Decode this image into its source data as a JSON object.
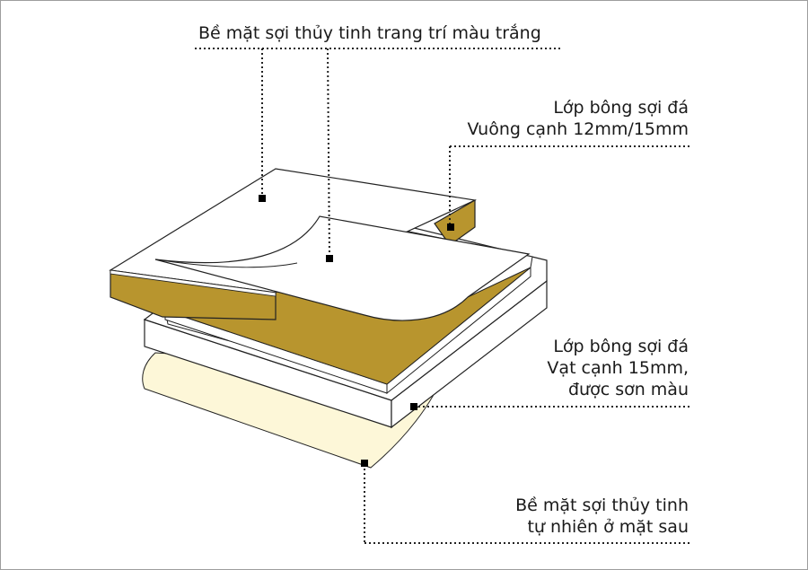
{
  "diagram": {
    "labels": {
      "top_surface": "Bề mặt sợi thủy tinh trang trí màu trắng",
      "square_edge": [
        "Lớp bông sợi đá",
        "Vuông cạnh 12mm/15mm"
      ],
      "beveled_edge": [
        "Lớp bông sợi đá",
        "Vạt cạnh 15mm,",
        "được sơn màu"
      ],
      "back_surface": [
        "Bề mặt sợi thủy tinh",
        "tự nhiên ở mặt sau"
      ]
    },
    "colors": {
      "wool": "#b8952e",
      "panel_white": "#ffffff",
      "backing": "#fdf7d8",
      "outline": "#222222",
      "frame": "#9e9e9e"
    }
  }
}
